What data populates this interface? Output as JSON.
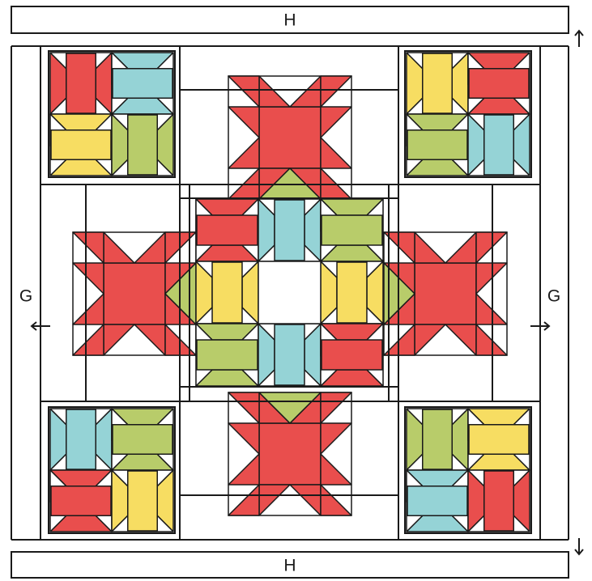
{
  "labels": {
    "border_top": "H",
    "border_bottom": "H",
    "border_left": "G",
    "border_right": "G"
  },
  "colors": {
    "red": "#e94e4d",
    "teal": "#95d3d6",
    "yellow": "#f7dd62",
    "green": "#b8cc6a",
    "outline": "#1a1a1a",
    "background": "#ffffff"
  },
  "corner_blocks": {
    "top_left": [
      "red-v",
      "teal-h",
      "yellow-h",
      "green-v"
    ],
    "top_right": [
      "yellow-v",
      "red-h",
      "green-h",
      "teal-v"
    ],
    "bottom_left": [
      "teal-v",
      "green-h",
      "red-h",
      "yellow-v"
    ],
    "bottom_right": [
      "green-v",
      "yellow-h",
      "teal-h",
      "red-v"
    ]
  },
  "center_ring": [
    "red-h",
    "teal-v",
    "green-h",
    "yellow-v",
    "yellow-v",
    "green-h",
    "teal-v",
    "red-h"
  ],
  "star_blocks": {
    "top": "green",
    "left": "green",
    "right": "green",
    "bottom": "green"
  }
}
